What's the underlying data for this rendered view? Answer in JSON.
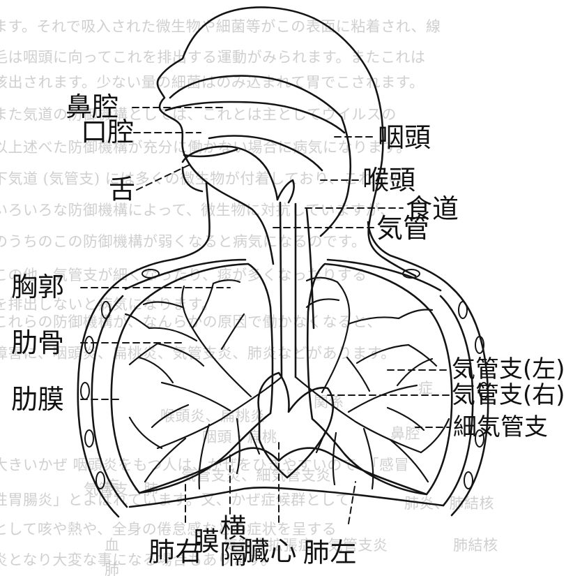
{
  "background_text": [
    "ます。それで吸入された微生物や細菌等がこの表面に粘着され、線",
    "毛は咽頭に向ってこれを排出する運動がみられます。またこれは",
    "咳出されます。少ない量の細菌はのみ込まれて胃でこされます。",
    "また気道の防御機構としては、これとは主としてウイルスの",
    "以上述べた防御機構が充分に働かない場合に病気になります。",
    "下気道 (気管支) には多くの微生物が付着しており、これらの",
    "いろいろな防御機構によって、微生物に対抗していますが、",
    "のうちのこの防御機構が弱くなると病気になるのです。",
    "この他、気管支が細くなったり、痰が多くなったりする",
    "を排出しないと病気になります。",
    "これらの防御機構が、なんらかの原因で働かなくなると、",
    "障害に、咽頭炎、扁桃炎、気管支炎、肺炎などがあります。",
    "大きいかぜ  咽頭炎をもつ人は、かぜをひきやすいので、「感冒",
    "性胃腸炎」とよばれています。又、かぜ症候群として",
    "として咳や熱や、全身の倦怠感などの症状を呈する",
    "炎となり大変な事になる場合もあります。"
  ],
  "table_fragments": [
    "症",
    "喉頭炎、扁桃炎",
    "関係",
    "咽頭・扁桃",
    "気管支炎、細気管支炎",
    "気管支・肺",
    "肺炎、肺結核",
    "血",
    "気管支拡張症、気管支炎",
    "肺結核",
    "肺",
    "疾",
    "鼻腔"
  ],
  "labels": {
    "nasal_cavity": "鼻腔",
    "oral_cavity": "口腔",
    "tongue": "舌",
    "pharynx": "咽頭",
    "larynx": "喉頭",
    "esophagus": "食道",
    "trachea": "気管",
    "chest": "胸郭",
    "rib": "肋骨",
    "pleura": "肋膜",
    "left_bronchus": "気管支(左)",
    "right_bronchus": "気管支(右)",
    "bronchiole": "細気管支",
    "right_lung": "右肺",
    "diaphragm": "横隔膜",
    "heart": "心臓",
    "left_lung": "左肺"
  },
  "colors": {
    "ink": "#141414",
    "background_text": "#a9a9a9",
    "paper": "#ffffff"
  }
}
